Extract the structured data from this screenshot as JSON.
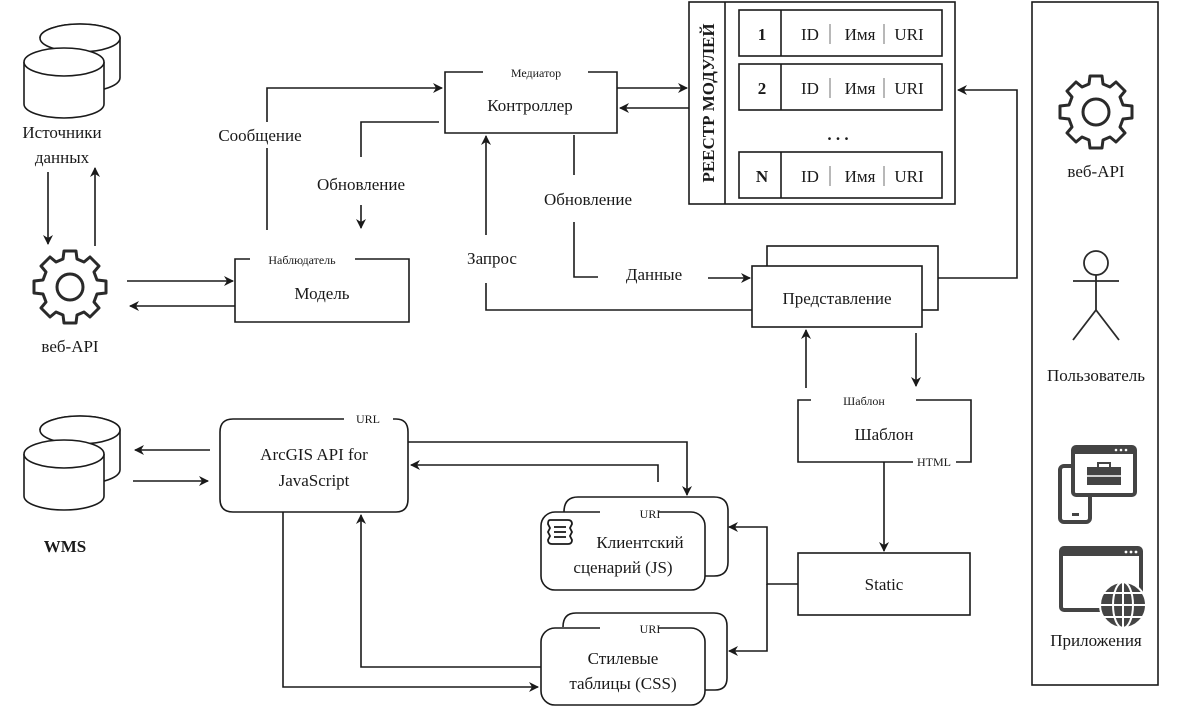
{
  "diagram": {
    "data_sources": {
      "label_line1": "Источники",
      "label_line2": "данных",
      "icon": "database-icon"
    },
    "webapi_left": {
      "label": "веб-API",
      "icon": "gear-icon"
    },
    "model": {
      "stereotype": "Наблюдатель",
      "label": "Модель"
    },
    "controller": {
      "stereotype": "Медиатор",
      "label": "Контроллер"
    },
    "registry": {
      "title": "РЕЕСТР МОДУЛЕЙ",
      "rows": [
        {
          "num": "1",
          "id": "ID",
          "name": "Имя",
          "uri": "URI"
        },
        {
          "num": "2",
          "id": "ID",
          "name": "Имя",
          "uri": "URI"
        },
        {
          "num": "N",
          "id": "ID",
          "name": "Имя",
          "uri": "URI"
        }
      ],
      "ellipsis": ". . ."
    },
    "view": {
      "label": "Представление"
    },
    "template": {
      "stereotype": "Шаблон",
      "label": "Шаблон",
      "port": "HTML"
    },
    "static": {
      "label": "Static"
    },
    "wms": {
      "label": "WMS",
      "icon": "database-icon"
    },
    "arcgis": {
      "port": "URL",
      "label_line1": "ArcGIS API for",
      "label_line2": "JavaScript"
    },
    "client_script": {
      "port": "URI",
      "label_line1": "Клиентский",
      "label_line2": "сценарий (JS)",
      "icon": "script-scroll-icon"
    },
    "stylesheets": {
      "port": "URI",
      "label_line1": "Стилевые",
      "label_line2": "таблицы (CSS)"
    },
    "edges": {
      "message": "Сообщение",
      "update_model": "Обновление",
      "update_view": "Обновление",
      "request": "Запрос",
      "data": "Данные"
    },
    "right_panel": {
      "items": [
        {
          "label": "веб-API",
          "icon": "gear-icon"
        },
        {
          "label": "Пользователь",
          "icon": "user-actor-icon"
        },
        {
          "label": "",
          "icon": "mobile-app-icon"
        },
        {
          "label": "Приложения",
          "icon": "web-app-globe-icon"
        }
      ]
    }
  }
}
